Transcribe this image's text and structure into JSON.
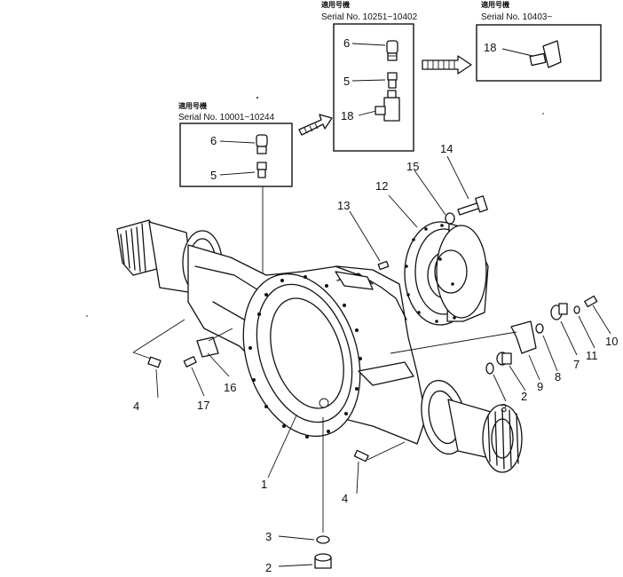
{
  "insets": {
    "left": {
      "jp_label": "適用号機",
      "serial": "Serial No. 10001~10244",
      "parts": [
        "6",
        "5"
      ]
    },
    "middle": {
      "jp_label": "適用号機",
      "serial": "Serial No. 10251~10402",
      "parts": [
        "6",
        "5",
        "18"
      ]
    },
    "right": {
      "jp_label": "適用号機",
      "serial": "Serial No. 10403~",
      "parts": [
        "18"
      ]
    }
  },
  "callouts": {
    "c1": "1",
    "c2a": "2",
    "c2b": "2",
    "c3a": "3",
    "c3b": "3",
    "c4a": "4",
    "c4b": "4",
    "c7": "7",
    "c8": "8",
    "c9": "9",
    "c10": "10",
    "c11": "11",
    "c12": "12",
    "c13": "13",
    "c14": "14",
    "c15": "15",
    "c16": "16",
    "c17": "17"
  }
}
